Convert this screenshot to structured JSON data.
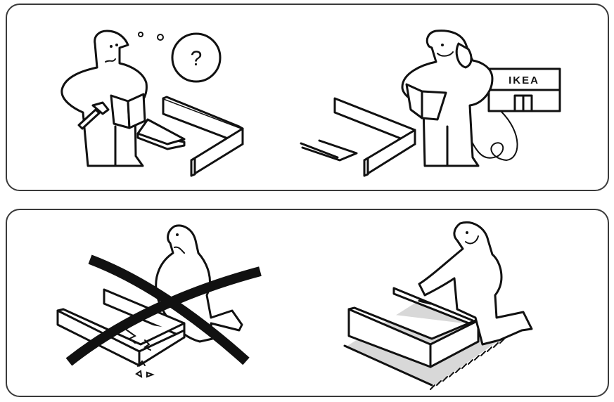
{
  "page": {
    "description": "Furniture assembly instruction illustrations (wordless)",
    "background": "#ffffff",
    "stroke_color": "#111111",
    "border_color": "#3a3a3a",
    "shadow_fill": "#d8d8d8"
  },
  "panels": [
    {
      "id": "top",
      "scenes": [
        {
          "id": "confused-person",
          "elements": [
            "person-holding-hammer",
            "instruction-booklet",
            "thought-bubble",
            "boards"
          ],
          "thought_bubble_text": "?"
        },
        {
          "id": "calling-store",
          "elements": [
            "person-on-phone",
            "instruction-booklet",
            "store-building",
            "boards"
          ],
          "store_sign_text": "IKEA"
        }
      ]
    },
    {
      "id": "bottom",
      "scenes": [
        {
          "id": "wrong-assembly-on-hard-floor",
          "elements": [
            "seated-person",
            "damaged-frame",
            "cross-out-mark",
            "broken-fragments"
          ],
          "status": "incorrect"
        },
        {
          "id": "correct-assembly-on-rug",
          "elements": [
            "happy-seated-person",
            "frame",
            "rug"
          ],
          "status": "correct"
        }
      ]
    }
  ]
}
